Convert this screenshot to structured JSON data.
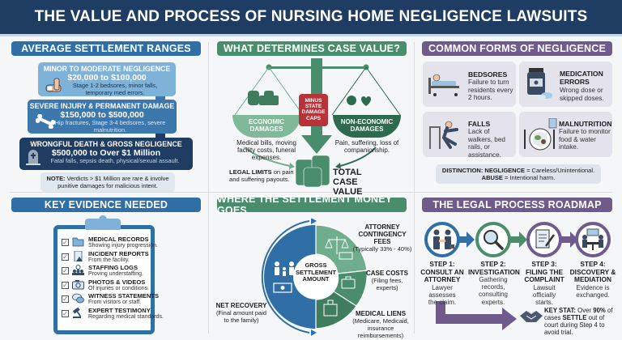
{
  "title": "THE VALUE AND PROCESS OF NURSING HOME NEGLIGENCE LAWSUITS",
  "colors": {
    "navy": "#1f3d63",
    "blue": "#2f6fa5",
    "green": "#4a8d6c",
    "purple": "#6e5b8c",
    "red": "#b8323a"
  },
  "settlement": {
    "title": "AVERAGE SETTLEMENT RANGES",
    "tiers": [
      {
        "title": "MINOR TO MODERATE NEGLIGENCE",
        "amount": "$20,000 to $100,000",
        "desc": "Stage 1-2 bedsores, minor falls, temporary med errors.",
        "icon": "bandaged-arm-icon"
      },
      {
        "title": "SEVERE INJURY & PERMANENT DAMAGE",
        "amount": "$150,000 to $500,000",
        "desc": "Hip fractures, Stage 3-4 bedsores, severe malnutrition.",
        "icon": "broken-bone-icon"
      },
      {
        "title": "WRONGFUL DEATH & GROSS NEGLIGENCE",
        "amount": "$500,000 to Over $1 Million",
        "desc": "Fatal falls, sepsis death, physical/sexual assault.",
        "icon": "gravestone-icon"
      }
    ],
    "note_label": "NOTE:",
    "note_text": " Verdicts > $1 Million are rare & involve punitive damages for malicious intent."
  },
  "case_value": {
    "title": "WHAT DETERMINES CASE VALUE?",
    "economic": {
      "label1": "ECONOMIC",
      "label2": "DAMAGES",
      "desc": "Medical bills, moving facility costs, funeral expenses."
    },
    "caps": {
      "l1": "MINUS",
      "l2": "STATE",
      "l3": "DAMAGE",
      "l4": "CAPS"
    },
    "non_economic": {
      "label1": "NON-ECONOMIC",
      "label2": "DAMAGES",
      "desc": "Pain, suffering, loss of companionship."
    },
    "legal_bold": "LEGAL LIMITS",
    "legal_text": " on pain and suffering payouts.",
    "total1": "TOTAL",
    "total2": "CASE VALUE"
  },
  "forms": {
    "title": "COMMON FORMS OF NEGLIGENCE",
    "items": [
      {
        "title": "BEDSORES",
        "desc": "Failure to turn residents every 2 hours.",
        "icon": "hospital-bed-icon"
      },
      {
        "title": "MEDICATION ERRORS",
        "desc": "Wrong dose or skipped doses.",
        "icon": "pill-bottle-icon"
      },
      {
        "title": "FALLS",
        "desc": "Lack of walkers, bed rails, or assistance.",
        "icon": "falling-person-icon"
      },
      {
        "title": "MALNUTRITION",
        "desc": "Failure to monitor food & water intake.",
        "icon": "meal-plate-icon"
      }
    ],
    "distinction_1b": "DISTINCTION: NEGLIGENCE",
    "distinction_1": " = Careless/Unintentional.",
    "distinction_2b": "ABUSE",
    "distinction_2": " = Intentional harm."
  },
  "evidence": {
    "title": "KEY EVIDENCE NEEDED",
    "items": [
      {
        "title": "MEDICAL RECORDS",
        "desc": "Showing injury progression.",
        "icon": "folder-icon"
      },
      {
        "title": "INCIDENT REPORTS",
        "desc": "From the facility.",
        "icon": "report-document-icon"
      },
      {
        "title": "STAFFING LOGS",
        "desc": "Proving understaffing.",
        "icon": "staff-group-icon"
      },
      {
        "title": "PHOTOS & VIDEOS",
        "desc": "Of injuries or conditions.",
        "icon": "camera-icon"
      },
      {
        "title": "WITNESS STATEMENTS",
        "desc": "From visitors or staff.",
        "icon": "speech-bubbles-icon"
      },
      {
        "title": "EXPERT TESTIMONY",
        "desc": "Regarding medical standards.",
        "icon": "gavel-icon"
      }
    ]
  },
  "money": {
    "title": "WHERE THE SETTLEMENT MONEY GOES",
    "center1": "GROSS",
    "center2": "SETTLEMENT",
    "center3": "AMOUNT",
    "attorney_t1": "ATTORNEY",
    "attorney_t2": "CONTINGENCY FEES",
    "attorney_d": "(Typically 33% - 40%)",
    "costs_t": "CASE COSTS",
    "costs_d1": "(Filing fees,",
    "costs_d2": "experts)",
    "liens_t": "MEDICAL LIENS",
    "liens_d1": "(Medicare, Medicaid,",
    "liens_d2": "insurance reimbursements)",
    "net_t": "NET RECOVERY",
    "net_d1": "(Final amount paid",
    "net_d2": "to the family)"
  },
  "roadmap": {
    "title": "THE LEGAL PROCESS ROADMAP",
    "steps": [
      {
        "head": "STEP 1:",
        "name": "CONSULT AN ATTORNEY",
        "desc": "Lawyer assesses the claim.",
        "icon": "handshake-people-icon",
        "color": "#2f6fa5"
      },
      {
        "head": "STEP 2:",
        "name": "INVESTIGATION",
        "desc": "Gathering records, consulting experts.",
        "icon": "magnifier-icon",
        "color": "#4a8d6c"
      },
      {
        "head": "STEP 3:",
        "name": "FILING THE COMPLAINT",
        "desc": "Lawsuit officially starts.",
        "icon": "document-pen-icon",
        "color": "#6e5b8c"
      },
      {
        "head": "STEP 4:",
        "name": "DISCOVERY & MEDIATION",
        "desc": "Evidence is exchanged.",
        "icon": "meeting-table-icon",
        "color": "#6e5b8c"
      }
    ],
    "stat_bold": "KEY STAT:",
    "stat_1": " Over ",
    "stat_pct": "90%",
    "stat_2": " of cases ",
    "stat_settle": "SETTLE",
    "stat_3": " out of court during Step 4 to avoid trial."
  }
}
